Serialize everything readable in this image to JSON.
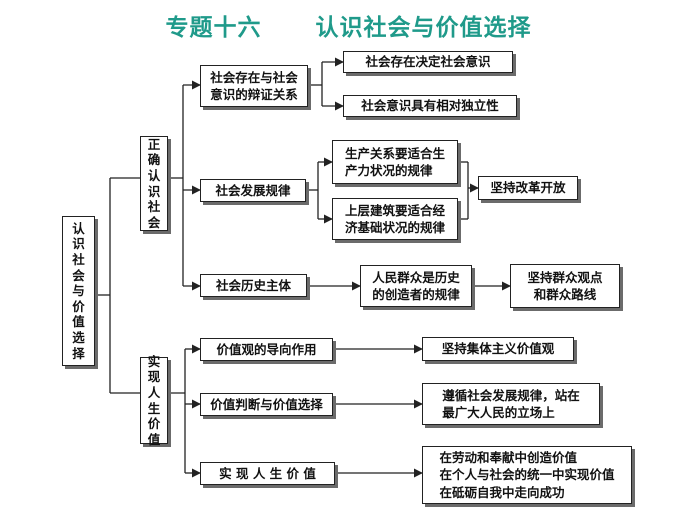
{
  "title": "专题十六      认识社会与价值选择",
  "root": "认识社会与价值选择",
  "branch1": {
    "label": "正确认识社会",
    "node1": {
      "label": "社会存在与社会\n意识的辩证关系",
      "children": [
        "社会存在决定社会意识",
        "社会意识具有相对独立性"
      ]
    },
    "node2": {
      "label": "社会发展规律",
      "children": [
        "生产关系要适合生\n产力状况的规律",
        "上层建筑要适合经\n济基础状况的规律"
      ],
      "result": "坚持改革开放"
    },
    "node3": {
      "label": "社会历史主体",
      "child": "人民群众是历史\n的创造者的规律",
      "result": "坚持群众观点\n和群众路线"
    }
  },
  "branch2": {
    "label": "实现人生价值",
    "node1": {
      "label": "价值观的导向作用",
      "result": "坚持集体主义价值观"
    },
    "node2": {
      "label": "价值判断与价值选择",
      "result": "遵循社会发展规律，站在\n最广大人民的立场上"
    },
    "node3": {
      "label": "实 现 人 生 价 值",
      "result": "在劳动和奉献中创造价值\n在个人与社会的统一中实现价值\n在砥砺自我中走向成功"
    }
  }
}
